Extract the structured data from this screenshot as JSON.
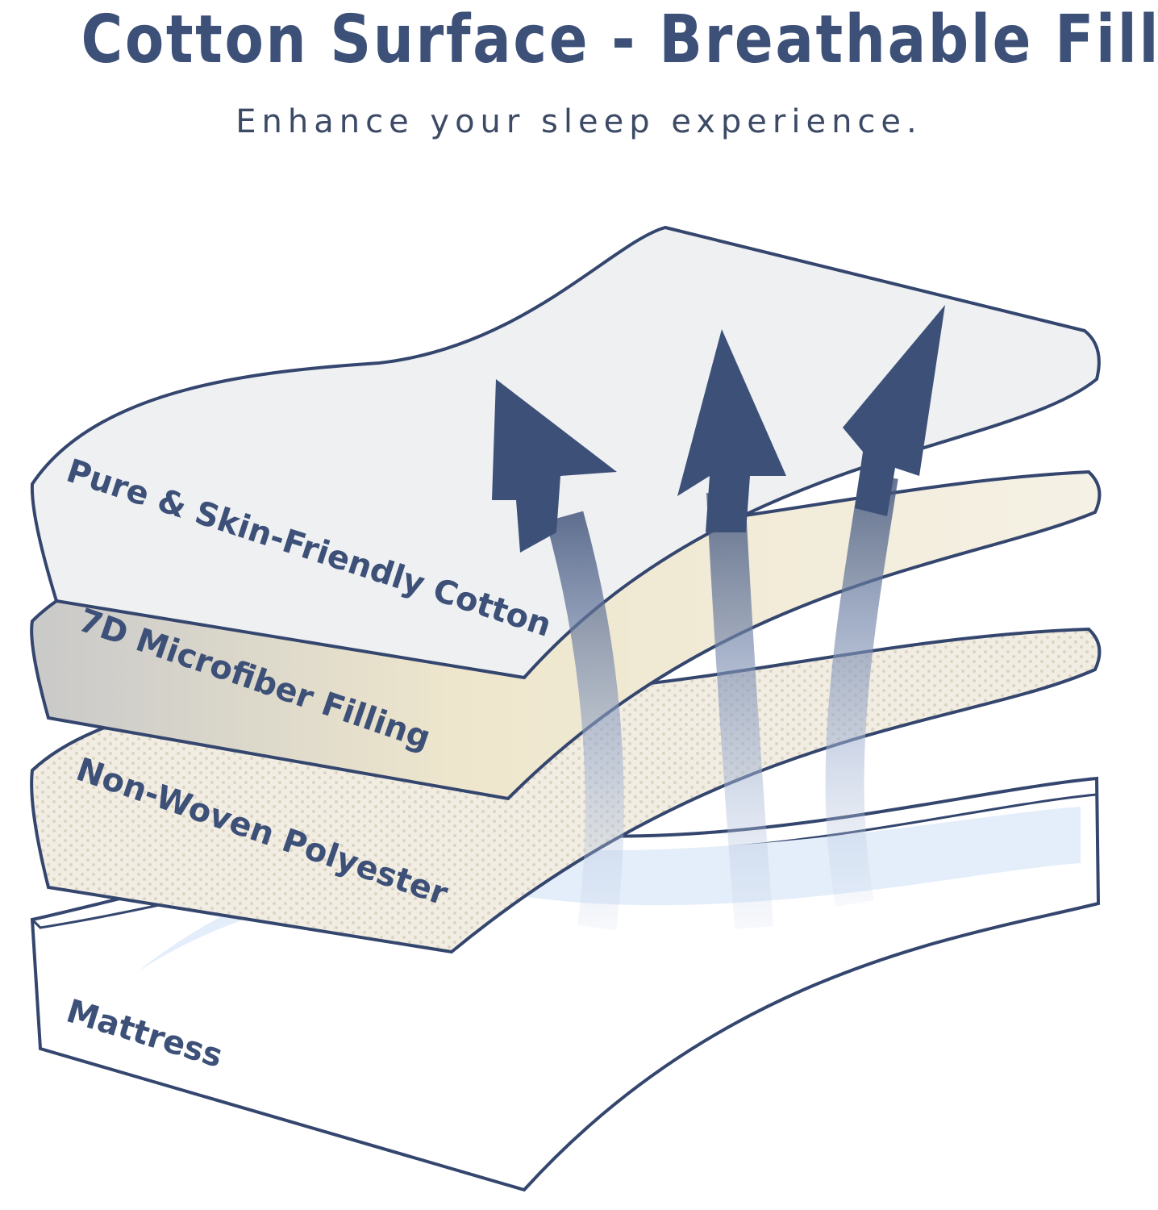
{
  "header": {
    "title": "Cotton Surface - Breathable Fill",
    "subtitle": "Enhance your sleep experience."
  },
  "layers": [
    {
      "label": "Pure & Skin-Friendly Cotton"
    },
    {
      "label": "7D Microfiber Filling"
    },
    {
      "label": "Non-Woven Polyester"
    },
    {
      "label": "Mattress"
    }
  ],
  "colors": {
    "brand": "#3d5078",
    "outline": "#34466e",
    "cotton": "#eef0f2",
    "microfiber": "#e9e3cf",
    "polyester": "#efebe2",
    "mattress_top": "#e4eefa"
  },
  "icons": [
    "airflow-arrow-icon",
    "airflow-arrow-icon",
    "airflow-arrow-icon"
  ]
}
